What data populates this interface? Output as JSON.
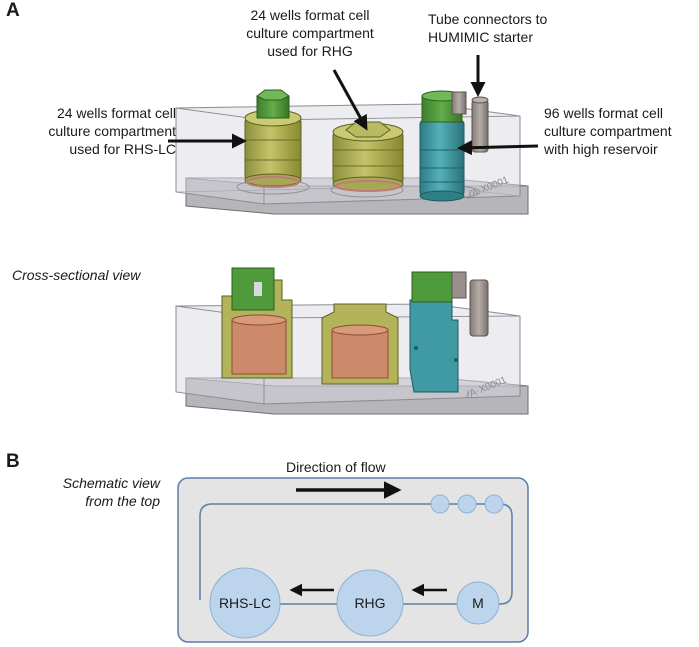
{
  "panels": {
    "a": "A",
    "b": "B"
  },
  "labels": {
    "rhg_compartment": [
      "24 wells format cell",
      "culture compartment",
      "used for RHG"
    ],
    "tube_connectors": [
      "Tube connectors to",
      "HUMIMIC starter"
    ],
    "rhs_compartment": [
      "24 wells format cell",
      "culture compartment",
      "used for RHS-LC"
    ],
    "high_reservoir": [
      "96 wells format cell",
      "culture compartment",
      "with high reservoir"
    ],
    "cross_section": "Cross-sectional view",
    "schematic": [
      "Schematic view",
      "from the top"
    ],
    "flow": "Direction of flow"
  },
  "nodes": {
    "rhs_lc": "RHS-LC",
    "rhg": "RHG",
    "m": "M"
  },
  "colors": {
    "olive": "#b3b35a",
    "green": "#4f9a3a",
    "teal": "#3f9aa3",
    "grey_tube": "#9a8f8a",
    "node_fill": "#bcd5ec",
    "node_stroke": "#8fb0d4",
    "chip_bg": "#e4e4e4",
    "chip_border": "#5a7fa8",
    "glass": "#c4c4cc"
  }
}
